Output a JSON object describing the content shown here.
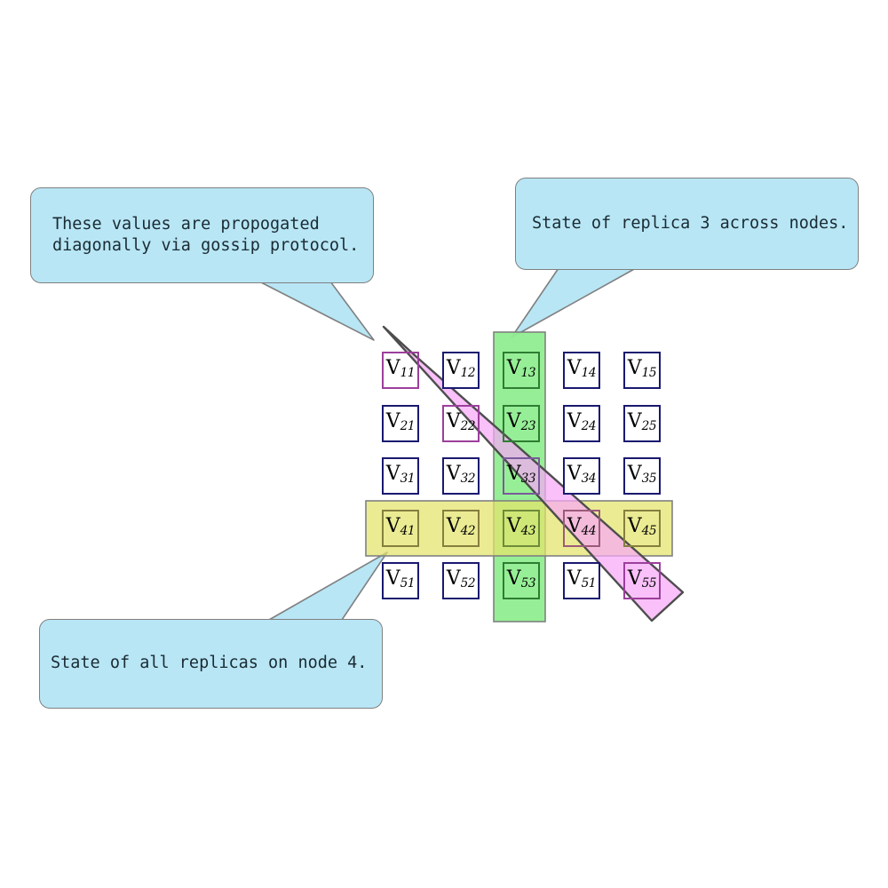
{
  "diagram": {
    "title": "Replica state grid with row, column and diagonal highlights",
    "background": "#ffffff"
  },
  "callouts": [
    {
      "id": "gossip",
      "text": "These values are propogated\ndiagonally via gossip protocol.",
      "fill": "#b8e6f5",
      "stroke": "#808080",
      "points_to": "diagonal-band"
    },
    {
      "id": "replica3",
      "text": "State of replica 3 across nodes.",
      "fill": "#b8e6f5",
      "stroke": "#808080",
      "points_to": "column-band"
    },
    {
      "id": "node4",
      "text": "State of all replicas on node 4.",
      "fill": "#b8e6f5",
      "stroke": "#808080",
      "points_to": "row-band"
    }
  ],
  "bands": {
    "column": {
      "name": "replica-3-column-band",
      "color": "#90ee90",
      "stroke": "#808080"
    },
    "row": {
      "name": "node-4-row-band",
      "color": "#e3e36a",
      "stroke": "#808080"
    },
    "diagonal": {
      "name": "gossip-diagonal-band",
      "color": "#f7a8f7",
      "stroke": "#4d4d4d"
    }
  },
  "grid": {
    "rows": 5,
    "cols": 5,
    "cell_border": "#191970",
    "cell_fill": "#ffffff",
    "cells": [
      [
        {
          "v": "V",
          "sub": "11",
          "hl": "pink"
        },
        {
          "v": "V",
          "sub": "12",
          "hl": "none"
        },
        {
          "v": "V",
          "sub": "13",
          "hl": "green"
        },
        {
          "v": "V",
          "sub": "14",
          "hl": "none"
        },
        {
          "v": "V",
          "sub": "15",
          "hl": "none"
        }
      ],
      [
        {
          "v": "V",
          "sub": "21",
          "hl": "none"
        },
        {
          "v": "V",
          "sub": "22",
          "hl": "pink"
        },
        {
          "v": "V",
          "sub": "23",
          "hl": "green"
        },
        {
          "v": "V",
          "sub": "24",
          "hl": "none"
        },
        {
          "v": "V",
          "sub": "25",
          "hl": "none"
        }
      ],
      [
        {
          "v": "V",
          "sub": "31",
          "hl": "none"
        },
        {
          "v": "V",
          "sub": "32",
          "hl": "none"
        },
        {
          "v": "V",
          "sub": "33",
          "hl": "green-pink"
        },
        {
          "v": "V",
          "sub": "34",
          "hl": "none"
        },
        {
          "v": "V",
          "sub": "35",
          "hl": "none"
        }
      ],
      [
        {
          "v": "V",
          "sub": "41",
          "hl": "yellow"
        },
        {
          "v": "V",
          "sub": "42",
          "hl": "yellow"
        },
        {
          "v": "V",
          "sub": "43",
          "hl": "green-yellow"
        },
        {
          "v": "V",
          "sub": "44",
          "hl": "yellow-pink"
        },
        {
          "v": "V",
          "sub": "45",
          "hl": "yellow"
        }
      ],
      [
        {
          "v": "V",
          "sub": "51",
          "hl": "none"
        },
        {
          "v": "V",
          "sub": "52",
          "hl": "none"
        },
        {
          "v": "V",
          "sub": "53",
          "hl": "green"
        },
        {
          "v": "V",
          "sub": "51",
          "hl": "none"
        },
        {
          "v": "V",
          "sub": "55",
          "hl": "pink"
        }
      ]
    ]
  }
}
